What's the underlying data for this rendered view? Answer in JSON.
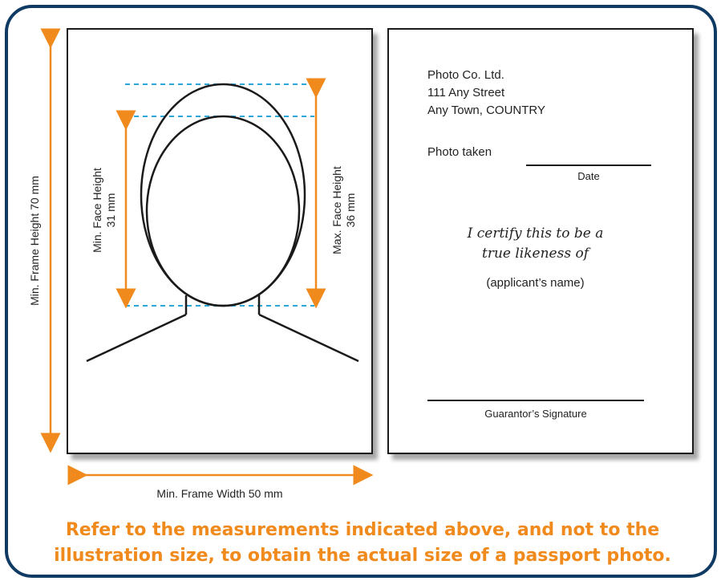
{
  "left_panel": {
    "frame_height_label": "Min. Frame Height 70 mm",
    "frame_width_label": "Min. Frame Width 50 mm",
    "min_face": {
      "line1": "Min. Face Height",
      "line2": "31 mm"
    },
    "max_face": {
      "line1": "Max. Face Height",
      "line2": "36 mm"
    }
  },
  "right_panel": {
    "company": [
      "Photo Co. Ltd.",
      "111 Any Street",
      "Any Town, COUNTRY"
    ],
    "photo_taken": "Photo taken",
    "date_label": "Date",
    "certify": [
      "I certify this to be a",
      "true likeness of"
    ],
    "applicant": "(applicant’s name)",
    "signature_label": "Guarantor’s Signature"
  },
  "footer": {
    "line1": "Refer to the measurements indicated above, and not to the",
    "line2": "illustration size, to obtain the actual size of a passport photo."
  },
  "colors": {
    "border": "#0f3a63",
    "accent": "#f08a1c",
    "guide": "#2aa6d8"
  }
}
